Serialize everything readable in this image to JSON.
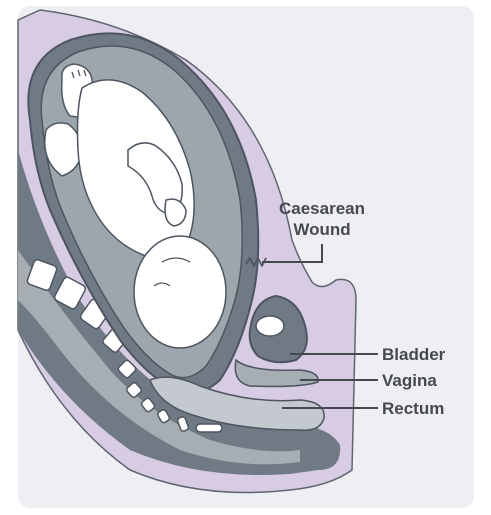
{
  "labels": {
    "caesarean_line1": "Caesarean",
    "caesarean_line2": "Wound",
    "bladder": "Bladder",
    "vagina": "Vagina",
    "rectum": "Rectum"
  },
  "colors": {
    "panel": "#eeeef3",
    "skin": "#d8cbe4",
    "skin_outline": "#5e6670",
    "body_dark": "#707a84",
    "body_mid": "#a6adb3",
    "body_light": "#c3c9ce",
    "amniotic": "#9ea6ad",
    "baby": "#ffffff",
    "outline": "#4d5560",
    "label_text": "#454a50"
  }
}
